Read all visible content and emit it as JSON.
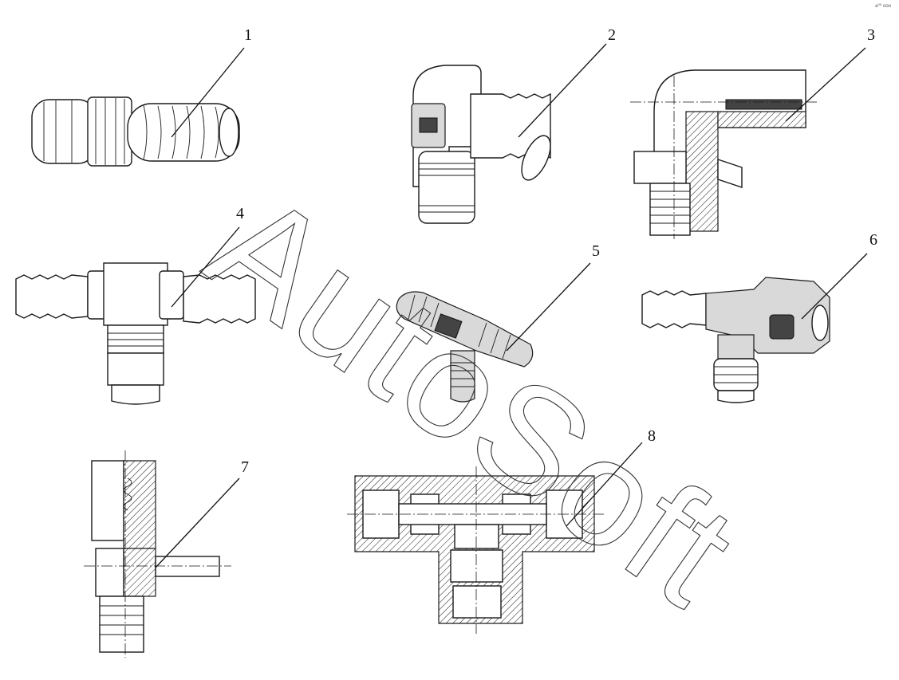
{
  "callouts": [
    "1",
    "2",
    "3",
    "4",
    "5",
    "6",
    "7",
    "8"
  ],
  "watermark": "AutoSoft",
  "corner_mark": "a⁰⁰ ooo"
}
